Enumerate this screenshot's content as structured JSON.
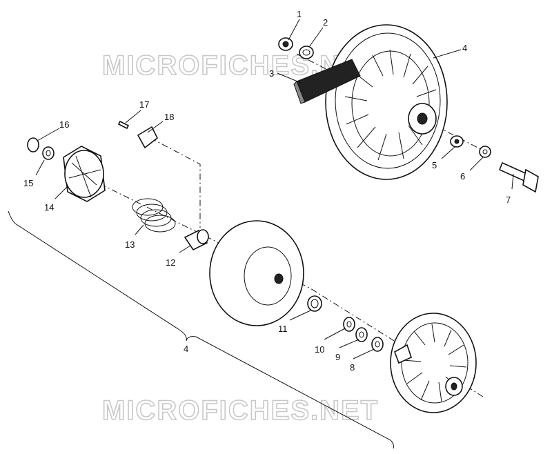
{
  "watermarks": [
    "MICROFICHES.NET",
    "MICROFICHES.NET"
  ],
  "callouts": [
    {
      "id": "1",
      "text": "1"
    },
    {
      "id": "2",
      "text": "2"
    },
    {
      "id": "3",
      "text": "3"
    },
    {
      "id": "4a",
      "text": "4"
    },
    {
      "id": "5",
      "text": "5"
    },
    {
      "id": "6",
      "text": "6"
    },
    {
      "id": "7",
      "text": "7"
    },
    {
      "id": "8",
      "text": "8"
    },
    {
      "id": "9",
      "text": "9"
    },
    {
      "id": "10",
      "text": "10"
    },
    {
      "id": "11",
      "text": "11"
    },
    {
      "id": "12",
      "text": "12"
    },
    {
      "id": "13",
      "text": "13"
    },
    {
      "id": "14",
      "text": "14"
    },
    {
      "id": "15",
      "text": "15"
    },
    {
      "id": "16",
      "text": "16"
    },
    {
      "id": "17",
      "text": "17"
    },
    {
      "id": "18",
      "text": "18"
    },
    {
      "id": "4b",
      "text": "4"
    }
  ]
}
